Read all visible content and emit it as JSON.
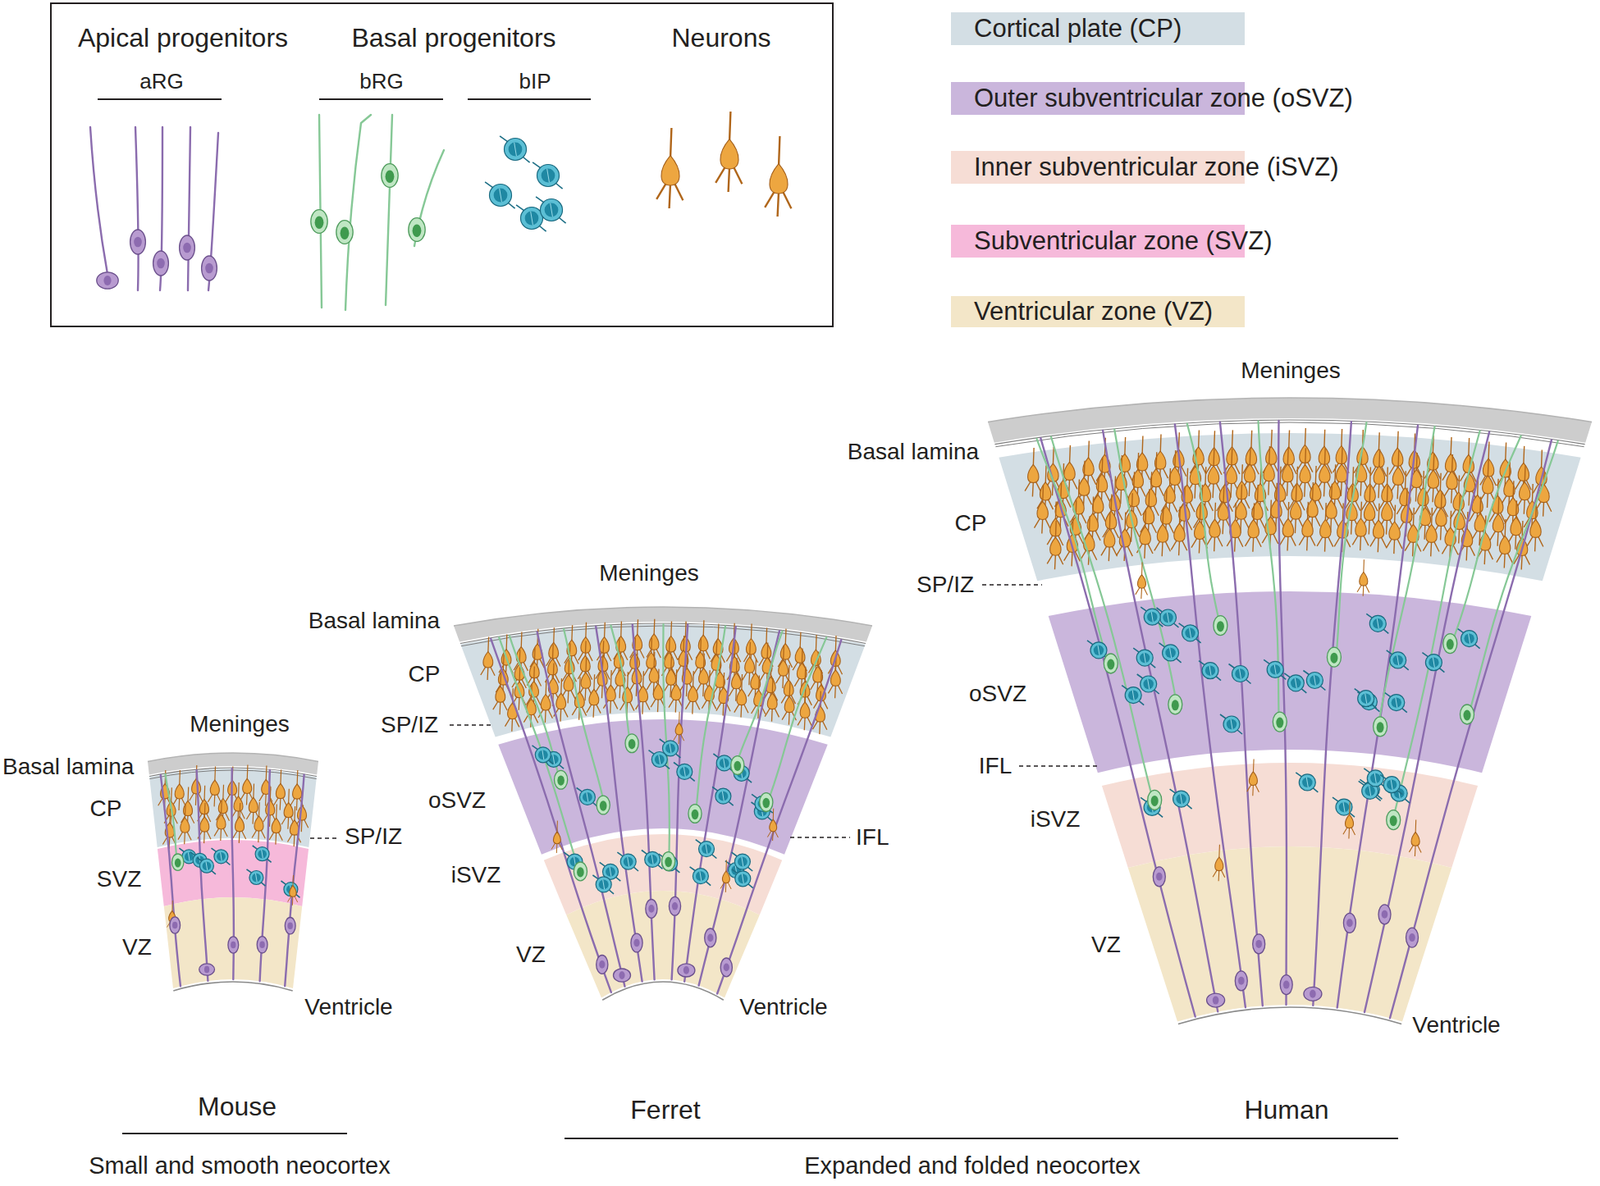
{
  "diagram": {
    "nodes": [
      {
        "text": [
          "Apical progenitors",
          "aRG",
          "Basal progenitors",
          "bRG",
          "bIP",
          "Neurons"
        ]
      }
    ],
    "labels": [
      "Meninges",
      "Basal lamina",
      "CP",
      "SP/IZ",
      "SVZ",
      "VZ",
      "Ventricle",
      "Meninges",
      "Basal lamina",
      "CP",
      "SP/IZ",
      "oSVZ",
      "iSVZ",
      "IFL",
      "VZ",
      "Ventricle",
      "Meninges",
      "Basal lamina",
      "CP",
      "SP/IZ",
      "oSVZ",
      "IFL",
      "iSVZ",
      "VZ",
      "Ventricle",
      "Mouse",
      "Small and smooth neocortex",
      "Ferret",
      "Human",
      "Expanded and folded neocortex"
    ],
    "legend": [
      {
        "text": "Cortical plate (CP)",
        "color": "#d3dee4"
      },
      {
        "text": "Outer subventricular zone (oSVZ)",
        "color": "#cab6dc"
      },
      {
        "text": "Inner subventricular zone (iSVZ)",
        "color": "#f6ddd5"
      },
      {
        "text": "Subventricular zone (SVZ)",
        "color": "#f6b9da"
      },
      {
        "text": "Ventricular zone (VZ)",
        "color": "#f3e6c8"
      }
    ]
  }
}
